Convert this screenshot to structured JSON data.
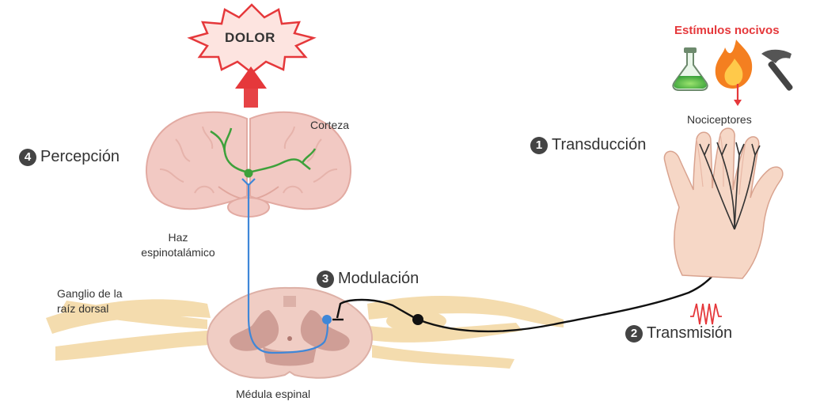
{
  "diagram": {
    "pain": {
      "label": "DOLOR"
    },
    "stimuli": {
      "title": "Estímulos nocivos",
      "icons": [
        "flask-icon",
        "flame-icon",
        "hammer-icon"
      ]
    },
    "receptor_label": "Nociceptores",
    "cortex_label": "Corteza",
    "tract_label": {
      "line1": "Haz",
      "line2": "espinotalámico"
    },
    "ganglion_label": {
      "line1": "Ganglio de la",
      "line2": "raíz dorsal"
    },
    "cord_label": "Médula espinal",
    "steps": [
      {
        "number": "1",
        "label": "Transducción"
      },
      {
        "number": "2",
        "label": "Transmisión"
      },
      {
        "number": "3",
        "label": "Modulación"
      },
      {
        "number": "4",
        "label": "Percepción"
      }
    ],
    "colors": {
      "alert_red": "#e5383b",
      "brain_pink": "#f2c9c3",
      "nerve_tan": "#f4dcae",
      "cord_pink": "#f0cdc4",
      "grey_matter": "#cf9e96",
      "ascending_blue": "#3f87d8",
      "cortical_green": "#3ea13b",
      "afferent_black": "#111111",
      "skin": "#f6d7c6"
    }
  }
}
